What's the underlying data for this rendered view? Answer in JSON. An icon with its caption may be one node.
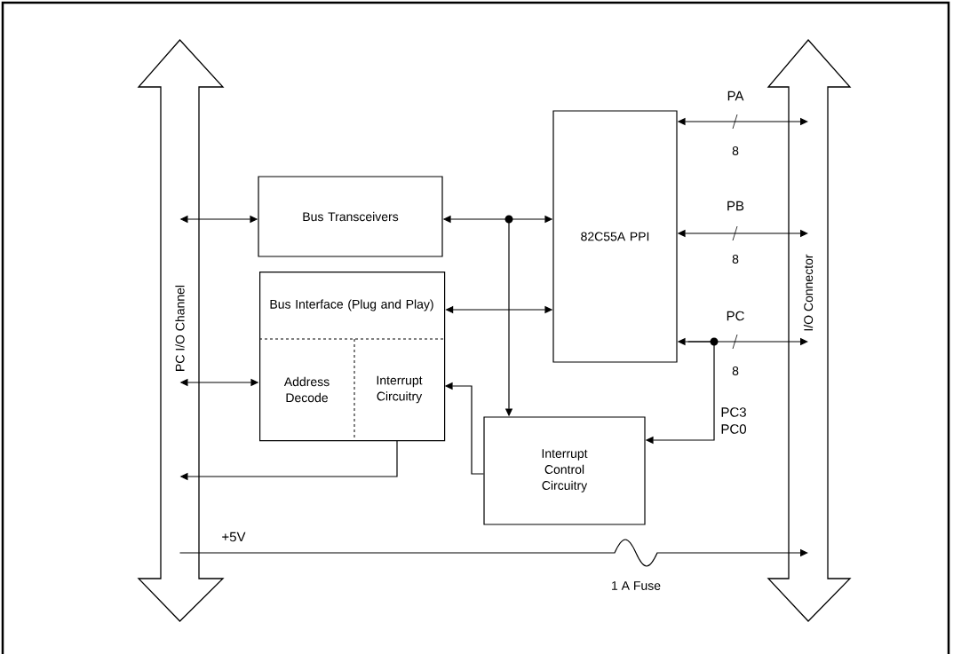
{
  "diagram": {
    "nodes": [
      {
        "text": [
          "PC I/O Channel"
        ]
      },
      {
        "text": [
          "I/O Connector"
        ]
      },
      {
        "text": [
          "Bus Transceivers"
        ]
      },
      {
        "text": [
          "82C55A PPI"
        ]
      },
      {
        "text": [
          "Bus Interface (Plug and Play)"
        ]
      },
      {
        "text": [
          "Address Decode"
        ],
        "in": 4
      },
      {
        "text": [
          "Interrupt Circuitry"
        ],
        "in": 4
      },
      {
        "text": [
          "Interrupt Control Circuitry"
        ]
      }
    ],
    "edges": [
      {
        "from": 0,
        "to": 2,
        "arrow": "both"
      },
      {
        "from": 2,
        "to": 3,
        "arrow": "both"
      },
      {
        "from": 2,
        "to": 7,
        "arrow": "both"
      },
      {
        "from": 4,
        "to": 3,
        "arrow": "both"
      },
      {
        "from": 0,
        "to": 5,
        "arrow": "both"
      },
      {
        "from": 7,
        "to": 6,
        "arrow": "to"
      },
      {
        "from": 6,
        "to": 0,
        "arrow": "to"
      },
      {
        "from": 3,
        "to": 1,
        "arrow": "both",
        "label": "PA"
      },
      {
        "from": 3,
        "to": 1,
        "arrow": "both",
        "label": "PB"
      },
      {
        "from": 3,
        "to": 1,
        "arrow": "both",
        "label": "PC"
      },
      {
        "from": 3,
        "to": 7,
        "arrow": "to",
        "label": "PC3 PC0"
      },
      {
        "from": 0,
        "to": 1,
        "arrow": "to",
        "label": "+5V"
      }
    ],
    "labels": [
      "8",
      "8",
      "8",
      "1 A Fuse"
    ]
  }
}
